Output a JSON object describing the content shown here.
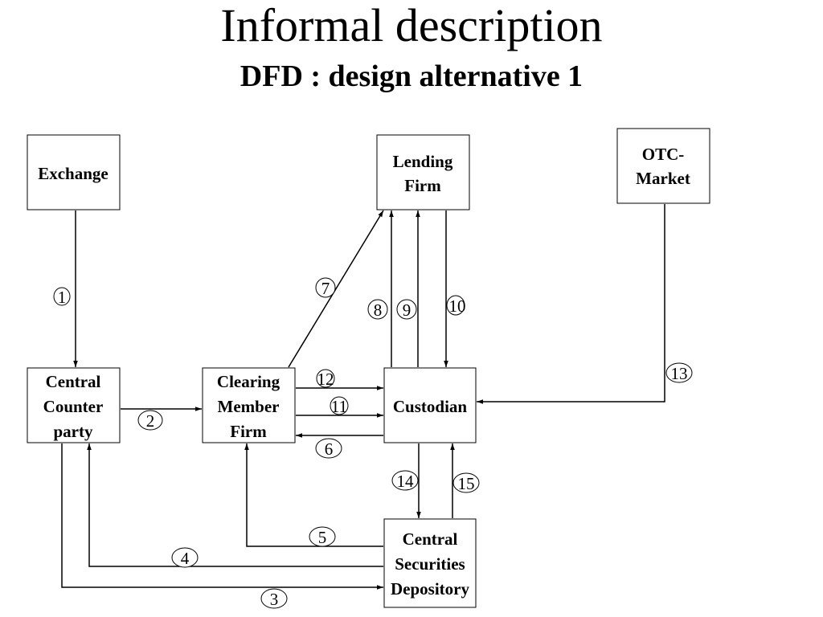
{
  "page": {
    "title": "Informal description",
    "subtitle": "DFD : design alternative 1"
  },
  "nodes": {
    "exchange": [
      "Exchange"
    ],
    "lending_firm": [
      "Lending",
      "Firm"
    ],
    "otc_market": [
      "OTC-",
      "Market"
    ],
    "central_counter_party": [
      "Central",
      "Counter",
      "party"
    ],
    "clearing_member_firm": [
      "Clearing",
      "Member",
      "Firm"
    ],
    "custodian": [
      "Custodian"
    ],
    "central_securities_depository": [
      "Central",
      "Securities",
      "Depository"
    ]
  },
  "flows": {
    "f1": "1",
    "f2": "2",
    "f3": "3",
    "f4": "4",
    "f5": "5",
    "f6": "6",
    "f7": "7",
    "f8": "8",
    "f9": "9",
    "f10": "10",
    "f11": "11",
    "f12": "12",
    "f13": "13",
    "f14": "14",
    "f15": "15"
  }
}
